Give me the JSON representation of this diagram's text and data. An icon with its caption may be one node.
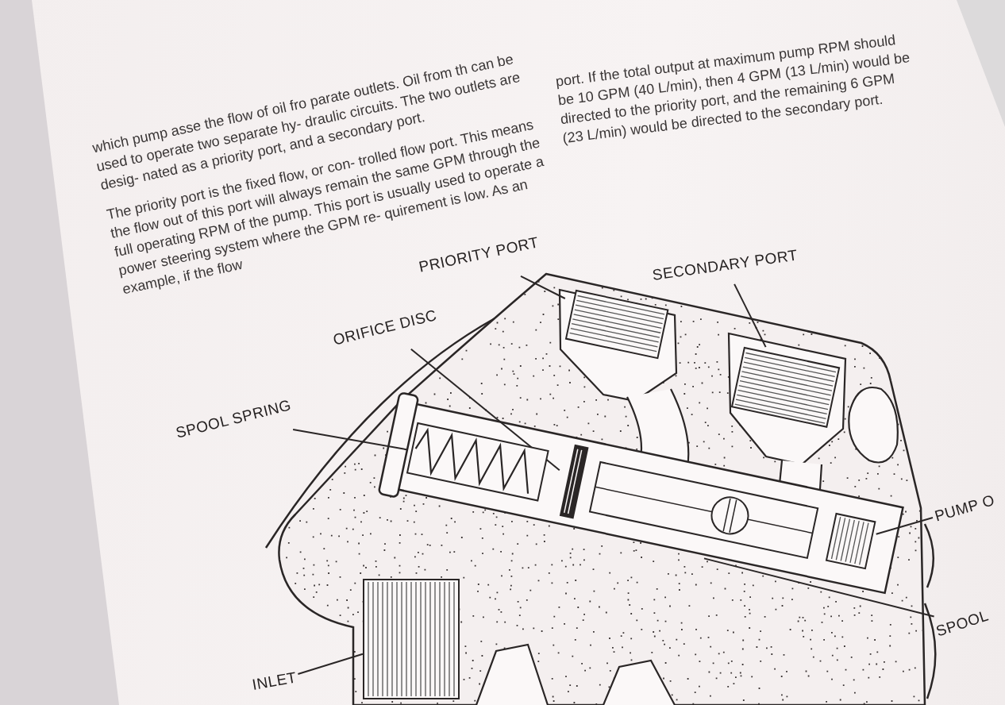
{
  "diagram": {
    "nodes": [
      {
        "text": [
          "PRIORITY PORT"
        ]
      },
      {
        "text": [
          "SECONDARY PORT"
        ]
      },
      {
        "text": [
          "ORIFICE DISC"
        ]
      },
      {
        "text": [
          "SPOOL SPRING"
        ]
      },
      {
        "text": [
          "PUMP O"
        ]
      },
      {
        "text": [
          "SPOOL"
        ]
      },
      {
        "text": [
          "INLET"
        ]
      },
      {
        "text": [],
        "shape": "picture"
      },
      {
        "text": [],
        "shape": "picture"
      },
      {
        "text": [],
        "shape": "picture"
      },
      {
        "text": [],
        "shape": "picture"
      },
      {
        "text": [],
        "shape": "picture"
      },
      {
        "text": [],
        "shape": "picture"
      },
      {
        "text": [],
        "shape": "picture"
      }
    ],
    "edges": [
      {
        "from": 0,
        "to": 7,
        "arrow": "none"
      },
      {
        "from": 1,
        "to": 8,
        "arrow": "none"
      },
      {
        "from": 2,
        "to": 9,
        "arrow": "none"
      },
      {
        "from": 3,
        "to": 10,
        "arrow": "none"
      },
      {
        "from": 4,
        "to": 11,
        "arrow": "none"
      },
      {
        "from": 5,
        "to": 12,
        "arrow": "none"
      },
      {
        "from": 6,
        "to": 13,
        "arrow": "none"
      }
    ],
    "labels": [
      "which pump asse the flow of oil fro parate outlets. Oil from th can be used to operate two separate hy- draulic circuits. The two outlets are desig- nated as a priority port, and a secondary port.",
      "The priority port is the fixed flow, or con- trolled flow port. This means the flow out of this port will always remain the same GPM through the full operating RPM of the pump. This port is usually used to operate a power steering system where the GPM re- quirement is low. As an example, if the flow",
      "port. If the total output at maximum pump RPM should be 10 GPM (40 L/min), then 4 GPM (13 L/min) would be directed to the priority port, and the remaining 6 GPM (23 L/min) would be directed to the secondary port."
    ]
  }
}
